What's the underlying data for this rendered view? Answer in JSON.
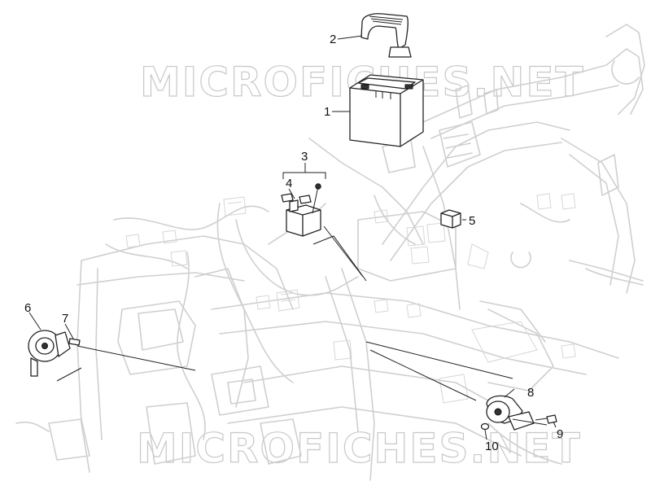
{
  "watermark": {
    "top": "MICROFICHES.NET",
    "bottom": "MICROFICHES.NET",
    "color": "#c8c8c8"
  },
  "colors": {
    "frame": "#cfcfcf",
    "part_outline": "#222222",
    "label": "#111111"
  },
  "callouts": [
    {
      "id": "1",
      "label": "1"
    },
    {
      "id": "2",
      "label": "2"
    },
    {
      "id": "3",
      "label": "3"
    },
    {
      "id": "4",
      "label": "4"
    },
    {
      "id": "5",
      "label": "5"
    },
    {
      "id": "6",
      "label": "6"
    },
    {
      "id": "7",
      "label": "7"
    },
    {
      "id": "8",
      "label": "8"
    },
    {
      "id": "9",
      "label": "9"
    },
    {
      "id": "10",
      "label": "10"
    }
  ]
}
